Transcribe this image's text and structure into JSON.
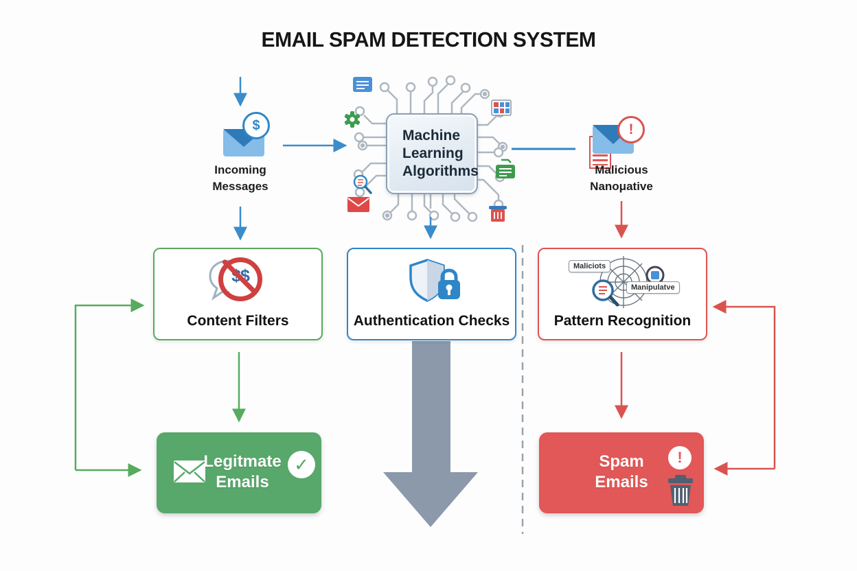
{
  "title": "EMAIL SPAM DETECTION SYSTEM",
  "icons": {
    "dollar": "$",
    "double_dollar": "$$",
    "exclamation": "!",
    "check": "✓"
  },
  "flow": {
    "incoming": {
      "line1": "Incoming",
      "line2": "Messages"
    },
    "ml_chip": {
      "label": "Machine Learning Algorithms"
    },
    "malicious": {
      "line1": "Malicious",
      "line2": "Nanoμative"
    }
  },
  "stages": {
    "content_filters": {
      "label": "Content Filters"
    },
    "authentication_checks": {
      "label": "Authentication Checks"
    },
    "pattern_recognition": {
      "label": "Pattern Recognition",
      "web_tags": [
        "Maliciots",
        "Manipulatve"
      ]
    }
  },
  "outputs": {
    "legitimate": {
      "line1": "Legitmate",
      "line2": "Emails"
    },
    "spam": {
      "line1": "Spam",
      "line2": "Emails"
    }
  },
  "colors": {
    "flow_blue": "#3a8ccb",
    "accept_green": "#57ab5f",
    "reject_red": "#d9534f",
    "legit_box": "#58a76b",
    "spam_box": "#e25757",
    "big_arrow_gray": "#8b99ab",
    "chip_border": "#8aa0b5",
    "trace_gray": "#aeb7c1"
  }
}
